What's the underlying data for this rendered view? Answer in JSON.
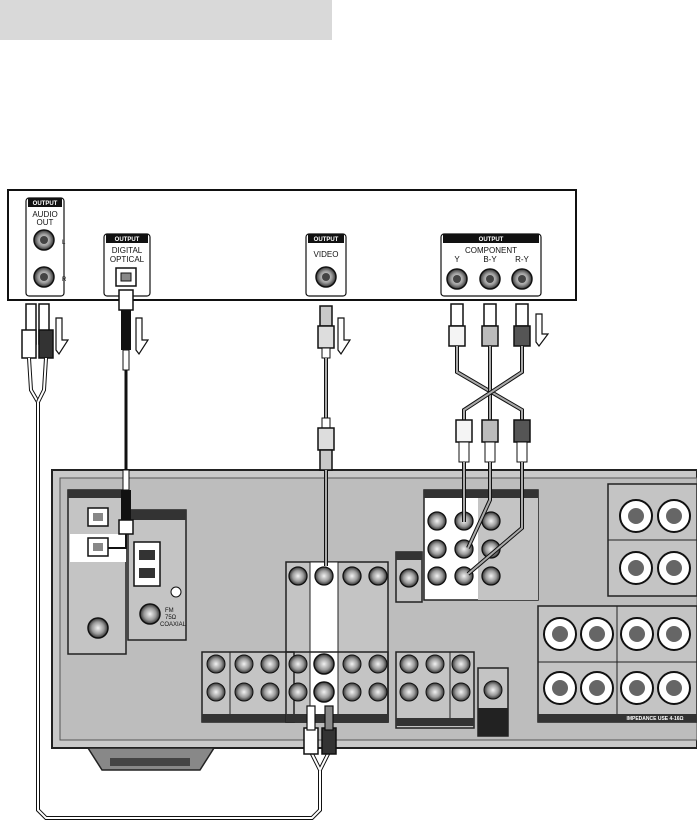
{
  "header_bar": {
    "color": "#d9d9d9"
  },
  "source_device": {
    "audio_out": {
      "tab": "OUTPUT",
      "line1": "AUDIO",
      "line2": "OUT",
      "left": "L",
      "right": "R"
    },
    "digital_optical": {
      "tab": "OUTPUT",
      "line1": "DIGITAL",
      "line2": "OPTICAL"
    },
    "video": {
      "tab": "OUTPUT",
      "label": "VIDEO"
    },
    "component": {
      "tab": "OUTPUT",
      "label": "COMPONENT",
      "jacks": [
        "Y",
        "B-Y",
        "R-Y"
      ]
    }
  },
  "receiver": {
    "fm_antenna": {
      "line1": "FM",
      "line2": "75Ω",
      "line3": "COAXIAL"
    },
    "speaker_impedance": "IMPEDANCE USE 4-16Ω",
    "colors": {
      "body": "#c9c9c9",
      "panel_dark": "#3a3a3a",
      "highlight": "#ffffff"
    }
  },
  "cable_colors": {
    "optical": "#111111",
    "video_plug": "#c8c8c8",
    "audio_left": "#ffffff",
    "audio_right": "#333333"
  }
}
